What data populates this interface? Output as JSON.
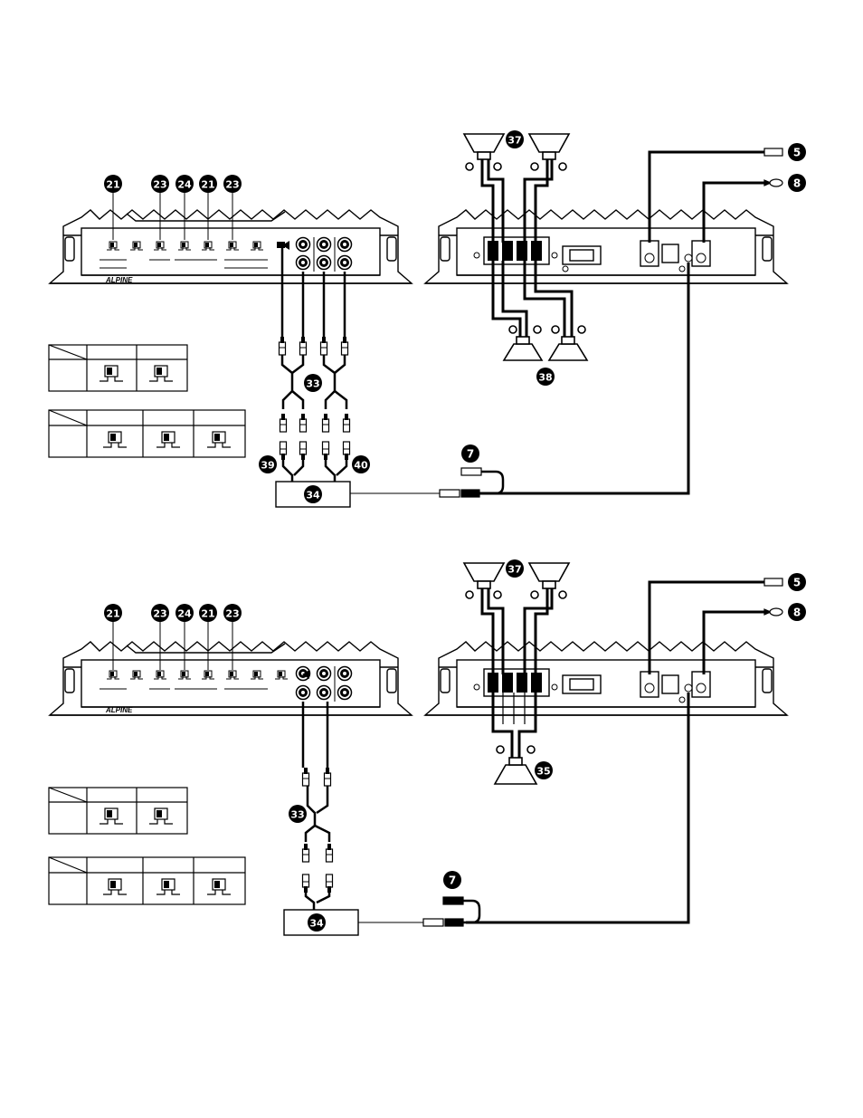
{
  "brand": "ALPINE",
  "callouts": {
    "c21": "21",
    "c23": "23",
    "c24": "24",
    "c5": "5",
    "c8": "8",
    "c7": "7",
    "c33": "33",
    "c34": "34",
    "c35": "35",
    "c37": "37",
    "c38": "38",
    "c39": "39",
    "c40": "40"
  },
  "diagrams": [
    {
      "name": "top-wiring-diagram"
    },
    {
      "name": "bottom-wiring-diagram"
    }
  ]
}
